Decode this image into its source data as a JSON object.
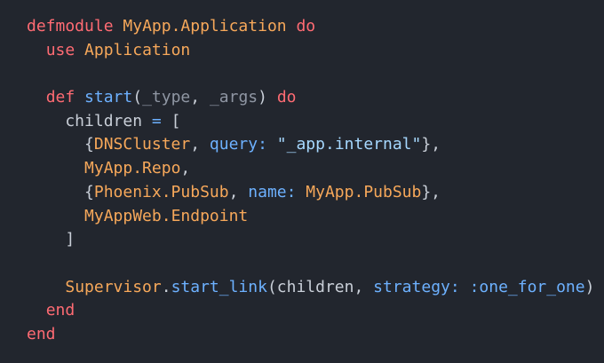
{
  "code_lines": [
    [
      {
        "t": "defmodule",
        "c": "kw"
      },
      {
        "t": " ",
        "c": "plain"
      },
      {
        "t": "MyApp.Application",
        "c": "mod"
      },
      {
        "t": " ",
        "c": "plain"
      },
      {
        "t": "do",
        "c": "kw"
      }
    ],
    [
      {
        "t": "  ",
        "c": "plain"
      },
      {
        "t": "use",
        "c": "kw"
      },
      {
        "t": " ",
        "c": "plain"
      },
      {
        "t": "Application",
        "c": "mod"
      }
    ],
    [],
    [
      {
        "t": "  ",
        "c": "plain"
      },
      {
        "t": "def",
        "c": "kw"
      },
      {
        "t": " ",
        "c": "plain"
      },
      {
        "t": "start",
        "c": "fn"
      },
      {
        "t": "(",
        "c": "punct"
      },
      {
        "t": "_type",
        "c": "var"
      },
      {
        "t": ", ",
        "c": "punct"
      },
      {
        "t": "_args",
        "c": "var"
      },
      {
        "t": ")",
        "c": "punct"
      },
      {
        "t": " ",
        "c": "plain"
      },
      {
        "t": "do",
        "c": "kw"
      }
    ],
    [
      {
        "t": "    children ",
        "c": "plain"
      },
      {
        "t": "=",
        "c": "fn"
      },
      {
        "t": " [",
        "c": "punct"
      }
    ],
    [
      {
        "t": "      {",
        "c": "punct"
      },
      {
        "t": "DNSCluster",
        "c": "mod"
      },
      {
        "t": ", ",
        "c": "punct"
      },
      {
        "t": "query:",
        "c": "key"
      },
      {
        "t": " ",
        "c": "plain"
      },
      {
        "t": "\"_app.internal\"",
        "c": "str"
      },
      {
        "t": "},",
        "c": "punct"
      }
    ],
    [
      {
        "t": "      ",
        "c": "plain"
      },
      {
        "t": "MyApp.Repo",
        "c": "mod"
      },
      {
        "t": ",",
        "c": "punct"
      }
    ],
    [
      {
        "t": "      {",
        "c": "punct"
      },
      {
        "t": "Phoenix.PubSub",
        "c": "mod"
      },
      {
        "t": ", ",
        "c": "punct"
      },
      {
        "t": "name:",
        "c": "key"
      },
      {
        "t": " ",
        "c": "plain"
      },
      {
        "t": "MyApp.PubSub",
        "c": "mod"
      },
      {
        "t": "},",
        "c": "punct"
      }
    ],
    [
      {
        "t": "      ",
        "c": "plain"
      },
      {
        "t": "MyAppWeb.Endpoint",
        "c": "mod"
      }
    ],
    [
      {
        "t": "    ]",
        "c": "punct"
      }
    ],
    [],
    [
      {
        "t": "    ",
        "c": "plain"
      },
      {
        "t": "Supervisor",
        "c": "mod"
      },
      {
        "t": ".",
        "c": "punct"
      },
      {
        "t": "start_link",
        "c": "fn"
      },
      {
        "t": "(children, ",
        "c": "plain"
      },
      {
        "t": "strategy:",
        "c": "key"
      },
      {
        "t": " ",
        "c": "plain"
      },
      {
        "t": ":one_for_one",
        "c": "atom"
      },
      {
        "t": ")",
        "c": "punct"
      }
    ],
    [
      {
        "t": "  ",
        "c": "plain"
      },
      {
        "t": "end",
        "c": "kw"
      }
    ],
    [
      {
        "t": "end",
        "c": "kw"
      }
    ]
  ],
  "colors": {
    "background": "#22262e",
    "keyword": "#ff6b73",
    "module": "#f7a85a",
    "function": "#6db1ff",
    "plain": "#c9cfd8",
    "variable": "#8f96a3",
    "string": "#a6d8ff"
  }
}
